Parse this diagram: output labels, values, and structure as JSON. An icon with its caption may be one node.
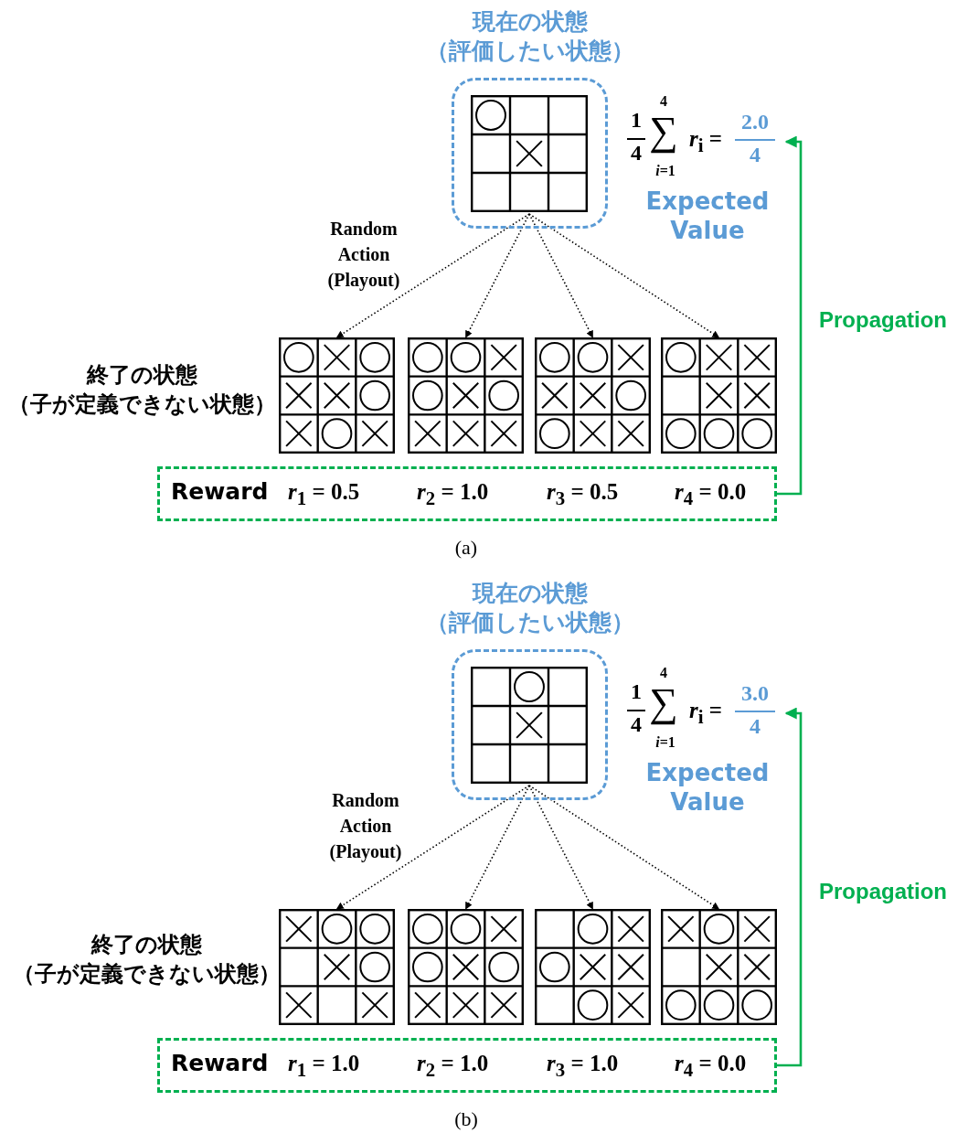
{
  "diagram": {
    "nodes": [
      {
        "text": [
          "現在の状態（評価したい状態）"
        ]
      },
      {
        "text": [],
        "shape": "picture",
        "in": 0
      },
      {
        "text": [],
        "shape": "picture"
      },
      {
        "text": [],
        "shape": "picture"
      },
      {
        "text": [],
        "shape": "picture"
      },
      {
        "text": [],
        "shape": "picture"
      },
      {
        "text": [
          "Reward",
          "*r*$_{1}$ = 0.5",
          "*r*$_{2}$ = 1.0",
          "*r*$_{3}$ = 0.5",
          "*r*$_{4}$ = 0.0"
        ]
      },
      {
        "text": [
          "1",
          "4",
          "4",
          "∑",
          "*i*=1",
          "*r*$_{i}$ =",
          "2.0",
          "4",
          "Expected Value"
        ]
      },
      {
        "text": [
          "現在の状態（評価したい状態）"
        ]
      },
      {
        "text": [],
        "shape": "picture",
        "in": 8
      },
      {
        "text": [],
        "shape": "picture"
      },
      {
        "text": [],
        "shape": "picture"
      },
      {
        "text": [],
        "shape": "picture"
      },
      {
        "text": [],
        "shape": "picture"
      },
      {
        "text": [
          "Reward",
          "*r*$_{1}$ = 1.0",
          "*r*$_{2}$ = 1.0",
          "*r*$_{3}$ = 1.0",
          "*r*$_{4}$ = 0.0"
        ]
      },
      {
        "text": [
          "1",
          "4",
          "4",
          "∑",
          "*i*=1",
          "*r*$_{i}$ =",
          "3.0",
          "4",
          "Expected Value"
        ]
      }
    ],
    "edges": [
      {
        "from": 1,
        "to": 2,
        "arrow": "to",
        "style": "dashed"
      },
      {
        "from": 1,
        "to": 3,
        "arrow": "to",
        "style": "dashed"
      },
      {
        "from": 1,
        "to": 4,
        "arrow": "to",
        "style": "dashed"
      },
      {
        "from": 1,
        "to": 5,
        "arrow": "to",
        "style": "dashed"
      },
      {
        "from": 6,
        "to": 7,
        "arrow": "to",
        "label": "Propagation",
        "color": "#00b050"
      },
      {
        "from": 9,
        "to": 10,
        "arrow": "to",
        "style": "dashed"
      },
      {
        "from": 9,
        "to": 11,
        "arrow": "to",
        "style": "dashed"
      },
      {
        "from": 9,
        "to": 12,
        "arrow": "to",
        "style": "dashed"
      },
      {
        "from": 9,
        "to": 13,
        "arrow": "to",
        "style": "dashed"
      },
      {
        "from": 14,
        "to": 15,
        "arrow": "to",
        "label": "Propagation",
        "color": "#00b050"
      }
    ],
    "labels": [
      "Random Action (Playout)",
      "終了の状態（子が定義できない状態）",
      "(a)",
      "Random Action (Playout)",
      "終了の状態（子が定義できない状態）",
      "(b)"
    ]
  }
}
